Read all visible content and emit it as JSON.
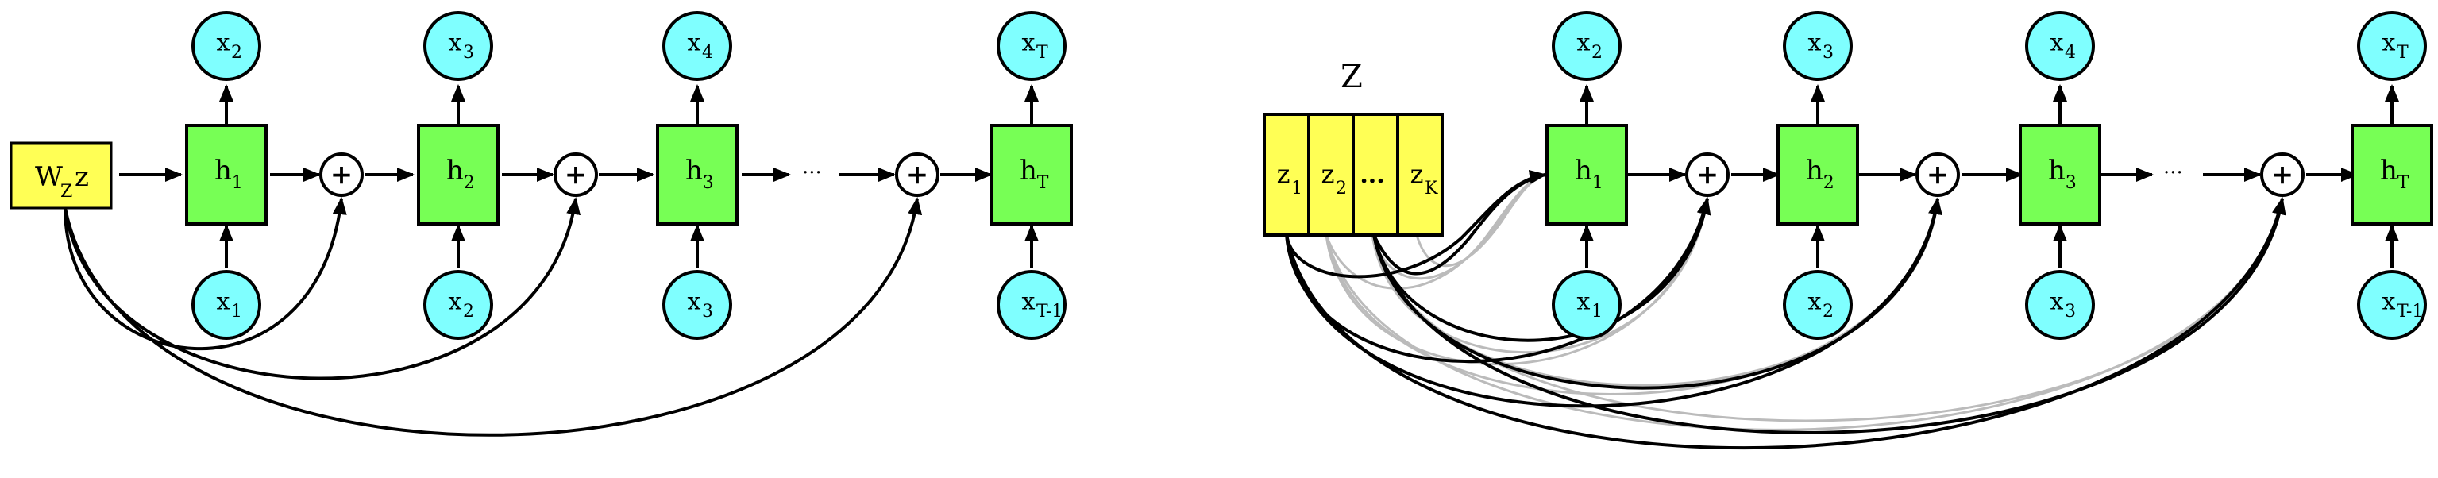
{
  "colors": {
    "stroke": "#000000",
    "cyan": "#7FFFFF",
    "green": "#77FF55",
    "yellow": "#FFFF55",
    "gray_curve": "#BBBBBB"
  },
  "left": {
    "wz": {
      "main": "W",
      "sub": "Z",
      "tail": "z"
    },
    "ellipsis": "···",
    "top_outputs": [
      {
        "main": "x",
        "sub": "2"
      },
      {
        "main": "x",
        "sub": "3"
      },
      {
        "main": "x",
        "sub": "4"
      },
      {
        "main": "x",
        "sub": "T"
      }
    ],
    "hidden": [
      {
        "main": "h",
        "sub": "1"
      },
      {
        "main": "h",
        "sub": "2"
      },
      {
        "main": "h",
        "sub": "3"
      },
      {
        "main": "h",
        "sub": "T"
      }
    ],
    "bottom_inputs": [
      {
        "main": "x",
        "sub": "1"
      },
      {
        "main": "x",
        "sub": "2"
      },
      {
        "main": "x",
        "sub": "3"
      },
      {
        "main": "x",
        "sub": "T-1"
      }
    ],
    "plus": "+"
  },
  "right": {
    "z_title": "Z",
    "z_cells": [
      {
        "main": "z",
        "sub": "1"
      },
      {
        "main": "z",
        "sub": "2"
      },
      {
        "main": "...",
        "sub": ""
      },
      {
        "main": "z",
        "sub": "K"
      }
    ],
    "ellipsis": "···",
    "top_outputs": [
      {
        "main": "x",
        "sub": "2"
      },
      {
        "main": "x",
        "sub": "3"
      },
      {
        "main": "x",
        "sub": "4"
      },
      {
        "main": "x",
        "sub": "T"
      }
    ],
    "hidden": [
      {
        "main": "h",
        "sub": "1"
      },
      {
        "main": "h",
        "sub": "2"
      },
      {
        "main": "h",
        "sub": "3"
      },
      {
        "main": "h",
        "sub": "T"
      }
    ],
    "bottom_inputs": [
      {
        "main": "x",
        "sub": "1"
      },
      {
        "main": "x",
        "sub": "2"
      },
      {
        "main": "x",
        "sub": "3"
      },
      {
        "main": "x",
        "sub": "T-1"
      }
    ],
    "plus": "+"
  }
}
